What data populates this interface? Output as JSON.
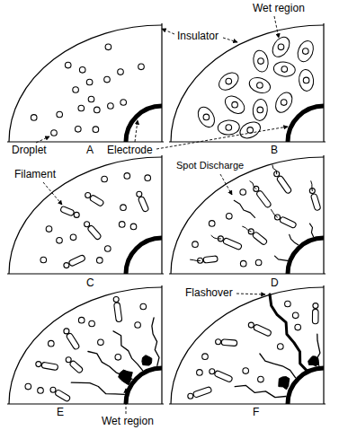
{
  "diagram": {
    "labels": [
      "Wet region",
      "Insulator",
      "Droplet",
      "A",
      "Electrode",
      "B",
      "Filament",
      "Spot Discharge",
      "C",
      "D",
      "E",
      "Wet region",
      "Flashover",
      "F"
    ]
  }
}
